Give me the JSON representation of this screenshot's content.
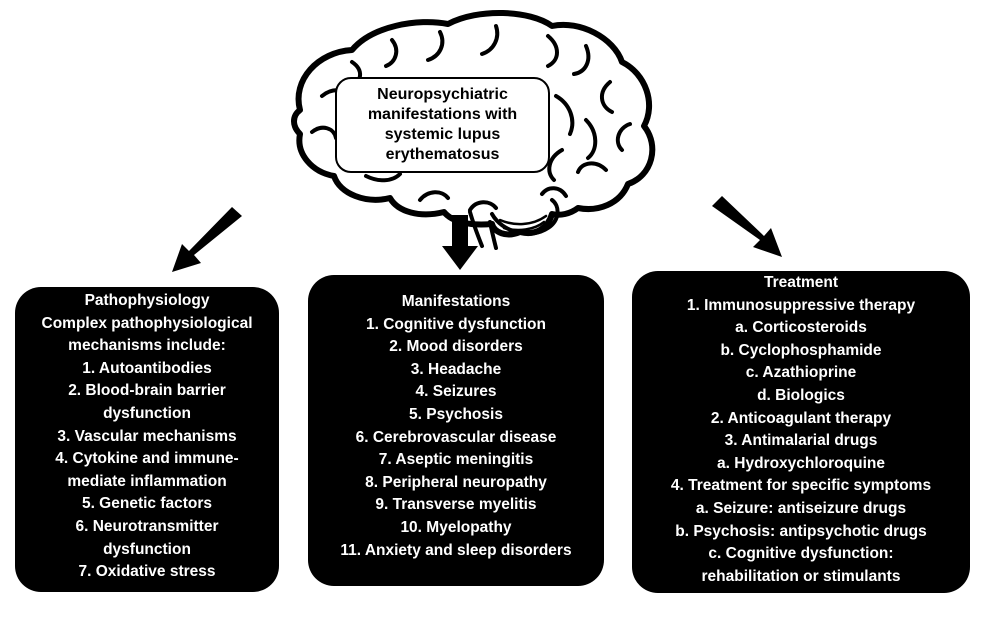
{
  "center": {
    "title": "Neuropsychiatric manifestations with systemic lupus erythematosus"
  },
  "pathophysiology": {
    "heading": "Pathophysiology",
    "lines": [
      "Complex pathophysiological",
      "mechanisms include:",
      "1.   Autoantibodies",
      "2.   Blood-brain barrier",
      "dysfunction",
      "3.   Vascular mechanisms",
      "4.   Cytokine and immune-",
      "mediate inflammation",
      "5.   Genetic factors",
      "6.   Neurotransmitter",
      "dysfunction",
      "7.   Oxidative stress"
    ]
  },
  "manifestations": {
    "heading": "Manifestations",
    "lines": [
      "1.   Cognitive dysfunction",
      "2.   Mood disorders",
      "3.   Headache",
      "4.   Seizures",
      "5.   Psychosis",
      "6.   Cerebrovascular disease",
      "7.   Aseptic meningitis",
      "8.   Peripheral neuropathy",
      "9.   Transverse myelitis",
      "10. Myelopathy",
      "11. Anxiety and sleep disorders"
    ]
  },
  "treatment": {
    "heading": "Treatment",
    "lines": [
      "1.   Immunosuppressive therapy",
      "a.   Corticosteroids",
      "b.   Cyclophosphamide",
      "c.   Azathioprine",
      "d.   Biologics",
      "2. Anticoagulant therapy",
      "3. Antimalarial drugs",
      "a.   Hydroxychloroquine",
      "4. Treatment for specific symptoms",
      "a.   Seizure: antiseizure drugs",
      "b.   Psychosis: antipsychotic drugs",
      "c.   Cognitive dysfunction:",
      "rehabilitation or stimulants"
    ]
  },
  "icons": {
    "brain": "brain-icon",
    "arrow_left": "arrow-down-left-icon",
    "arrow_center": "arrow-down-icon",
    "arrow_right": "arrow-down-right-icon"
  },
  "colors": {
    "panel_fill": "#000000",
    "panel_text": "#ffffff",
    "title_fill": "#ffffff",
    "ink": "#000000"
  }
}
